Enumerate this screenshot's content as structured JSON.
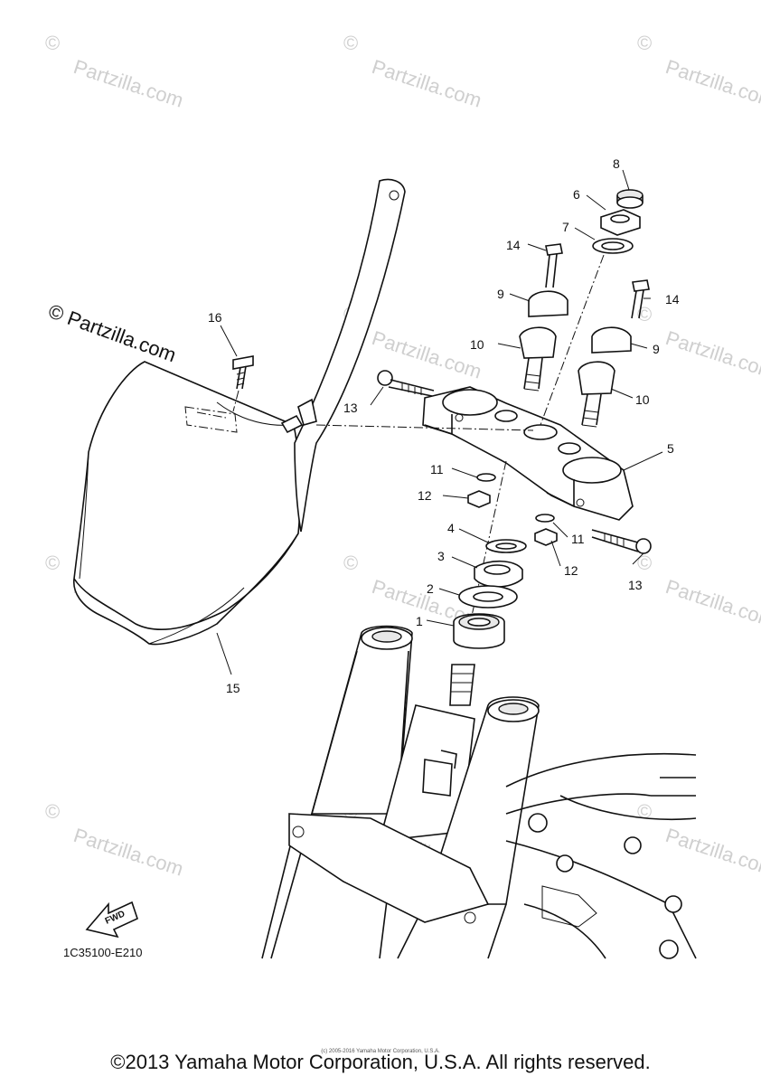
{
  "watermarks": {
    "symbol": "©",
    "text": "Partzilla.com",
    "prominent_text": "© Partzilla.com"
  },
  "parts": {
    "p1": "1",
    "p2": "2",
    "p3": "3",
    "p4": "4",
    "p5": "5",
    "p6": "6",
    "p7": "7",
    "p8": "8",
    "p9a": "9",
    "p9b": "9",
    "p10a": "10",
    "p10b": "10",
    "p11a": "11",
    "p11b": "11",
    "p12a": "12",
    "p12b": "12",
    "p13a": "13",
    "p13b": "13",
    "p14a": "14",
    "p14b": "14",
    "p15": "15",
    "p16": "16"
  },
  "fwd_label": "FWD",
  "diagram_code": "1C35100-E210",
  "copyright": "©2013 Yamaha Motor Corporation, U.S.A. All rights reserved.",
  "tiny_credit": "(c) 2005-2016 Yamaha Motor Corporation, U.S.A."
}
